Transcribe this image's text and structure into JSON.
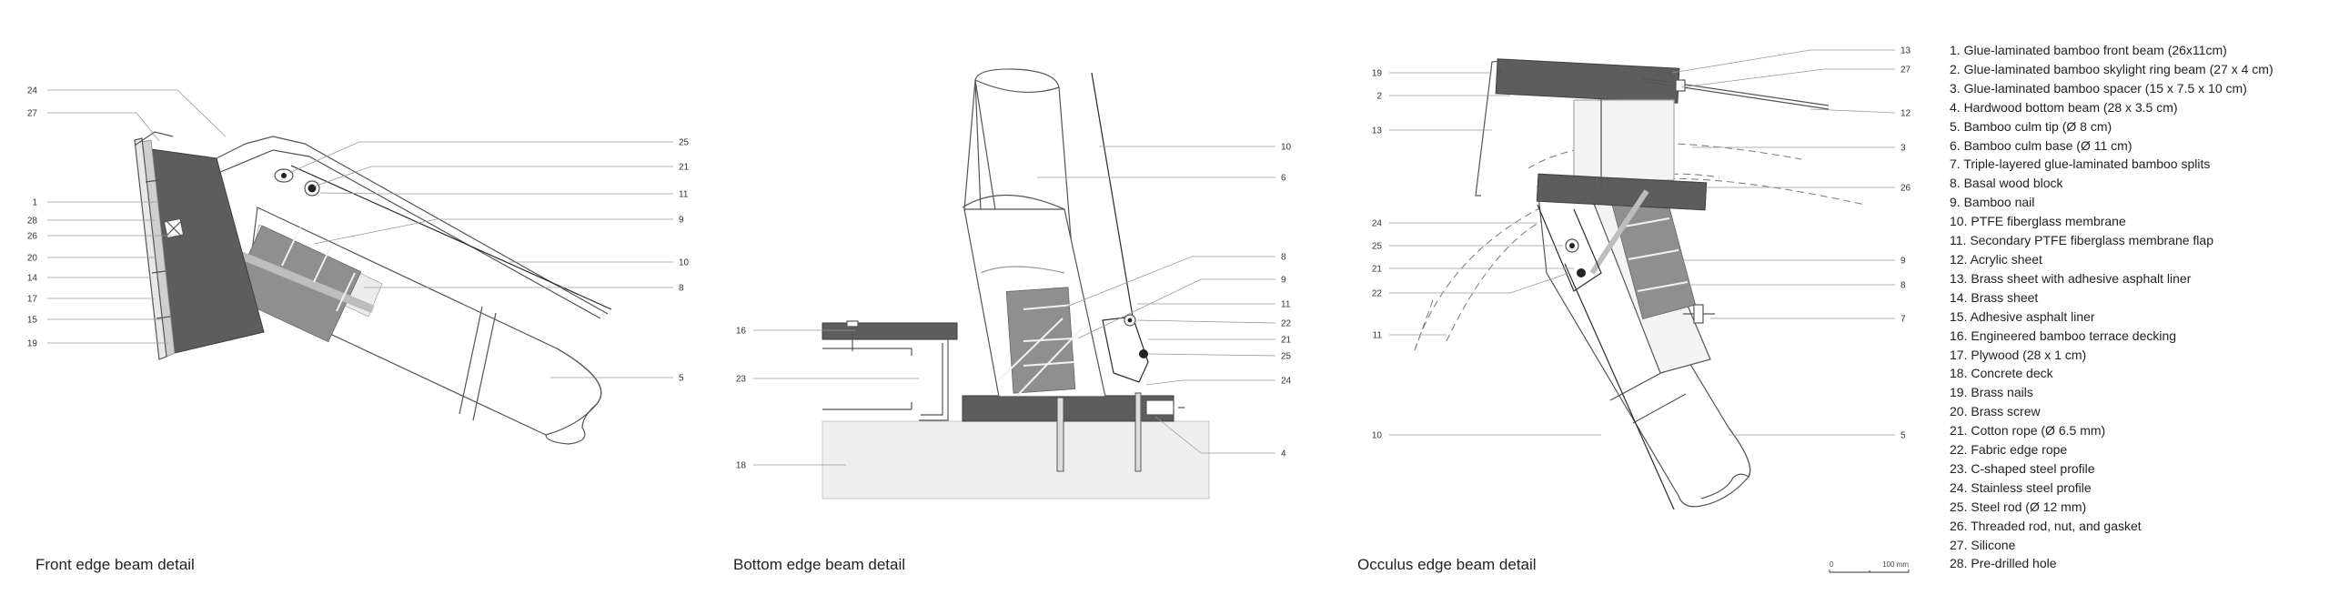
{
  "details": [
    {
      "caption": "Front edge beam detail",
      "labels": [
        {
          "id": "24",
          "side": "left"
        },
        {
          "id": "27",
          "side": "left"
        },
        {
          "id": "1",
          "side": "left"
        },
        {
          "id": "28",
          "side": "left"
        },
        {
          "id": "26",
          "side": "left"
        },
        {
          "id": "20",
          "side": "left"
        },
        {
          "id": "14",
          "side": "left"
        },
        {
          "id": "17",
          "side": "left"
        },
        {
          "id": "15",
          "side": "left"
        },
        {
          "id": "19",
          "side": "left"
        },
        {
          "id": "25",
          "side": "right"
        },
        {
          "id": "21",
          "side": "right"
        },
        {
          "id": "11",
          "side": "right"
        },
        {
          "id": "9",
          "side": "right"
        },
        {
          "id": "10",
          "side": "right"
        },
        {
          "id": "8",
          "side": "right"
        },
        {
          "id": "5",
          "side": "right"
        }
      ]
    },
    {
      "caption": "Bottom edge beam detail",
      "labels": [
        {
          "id": "16",
          "side": "left"
        },
        {
          "id": "23",
          "side": "left"
        },
        {
          "id": "18",
          "side": "left"
        },
        {
          "id": "10",
          "side": "right"
        },
        {
          "id": "6",
          "side": "right"
        },
        {
          "id": "8",
          "side": "right"
        },
        {
          "id": "9",
          "side": "right"
        },
        {
          "id": "11",
          "side": "right"
        },
        {
          "id": "22",
          "side": "right"
        },
        {
          "id": "21",
          "side": "right"
        },
        {
          "id": "25",
          "side": "right"
        },
        {
          "id": "24",
          "side": "right"
        },
        {
          "id": "4",
          "side": "right"
        }
      ]
    },
    {
      "caption": "Occulus edge beam detail",
      "labels": [
        {
          "id": "19",
          "side": "left"
        },
        {
          "id": "2",
          "side": "left"
        },
        {
          "id": "13",
          "side": "left"
        },
        {
          "id": "24",
          "side": "left"
        },
        {
          "id": "25",
          "side": "left"
        },
        {
          "id": "21",
          "side": "left"
        },
        {
          "id": "22",
          "side": "left"
        },
        {
          "id": "11",
          "side": "left"
        },
        {
          "id": "10",
          "side": "left"
        },
        {
          "id": "13",
          "side": "right"
        },
        {
          "id": "27",
          "side": "right"
        },
        {
          "id": "12",
          "side": "right"
        },
        {
          "id": "3",
          "side": "right"
        },
        {
          "id": "26",
          "side": "right"
        },
        {
          "id": "9",
          "side": "right"
        },
        {
          "id": "8",
          "side": "right"
        },
        {
          "id": "7",
          "side": "right"
        },
        {
          "id": "5",
          "side": "right"
        }
      ]
    }
  ],
  "legend": [
    "1. Glue-laminated bamboo front beam (26x11cm)",
    "2. Glue-laminated bamboo skylight ring beam (27 x 4 cm)",
    "3. Glue-laminated bamboo spacer (15 x 7.5 x 10 cm)",
    "4. Hardwood bottom beam (28 x 3.5 cm)",
    "5. Bamboo culm tip (Ø 8 cm)",
    "6. Bamboo culm base (Ø 11 cm)",
    "7. Triple-layered glue-laminated bamboo splits",
    "8. Basal wood block",
    "9. Bamboo nail",
    "10. PTFE fiberglass membrane",
    "11. Secondary PTFE fiberglass membrane flap",
    "12. Acrylic sheet",
    "13. Brass sheet with adhesive asphalt liner",
    "14. Brass sheet",
    "15. Adhesive asphalt liner",
    "16. Engineered bamboo terrace decking",
    "17. Plywood (28 x 1 cm)",
    "18. Concrete deck",
    "19. Brass nails",
    "20. Brass screw",
    "21. Cotton rope (Ø 6.5 mm)",
    "22. Fabric edge rope",
    "23. C-shaped steel profile",
    "24. Stainless steel profile",
    "25. Steel rod (Ø 12 mm)",
    "26. Threaded rod, nut, and gasket",
    "27. Silicone",
    "28. Pre-drilled hole"
  ],
  "scale_bar": {
    "start": "0",
    "end": "100 mm"
  },
  "colors": {
    "dark_fill": "#5d5d5d",
    "mid_fill": "#8f8f8f",
    "light_fill": "#cfcfcf",
    "line": "#555555"
  }
}
